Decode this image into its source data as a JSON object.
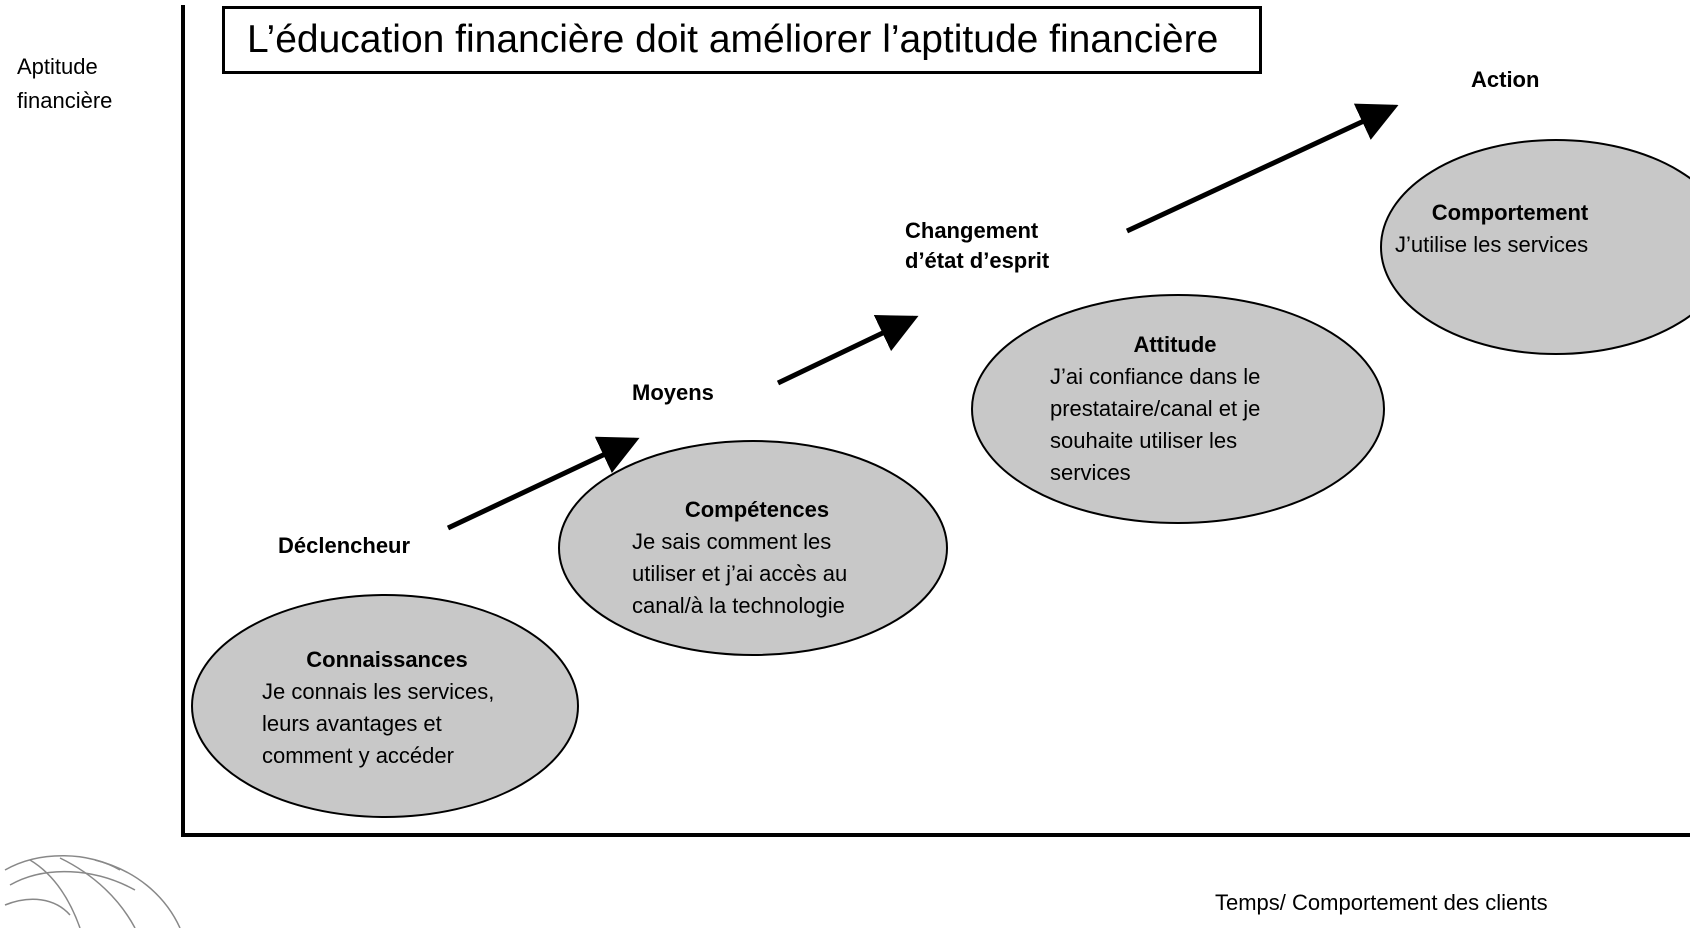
{
  "title": "L’éducation financière doit améliorer l’aptitude financière",
  "y_axis_label": "Aptitude\nfinancière",
  "x_axis_label": "Temps/ Comportement des clients",
  "steps": [
    {
      "label": "Déclencheur"
    },
    {
      "label": "Moyens"
    },
    {
      "label": "Changement\nd’état d’esprit"
    },
    {
      "label": "Action"
    }
  ],
  "circles": [
    {
      "title": "Connaissances",
      "lines": [
        "Je connais les services,",
        "leurs avantages et",
        "comment y accéder"
      ]
    },
    {
      "title": "Compétences",
      "lines": [
        "Je sais comment les",
        "utiliser et j’ai accès au",
        "canal/à la technologie"
      ]
    },
    {
      "title": "Attitude",
      "lines": [
        "J’ai confiance dans le",
        "prestataire/canal et je",
        "souhaite utiliser les",
        "services"
      ]
    },
    {
      "title": "Comportement",
      "lines": [
        "J’utilise les services"
      ]
    }
  ],
  "colors": {
    "ellipse_fill": "#c8c8c8",
    "stroke": "#000000"
  }
}
